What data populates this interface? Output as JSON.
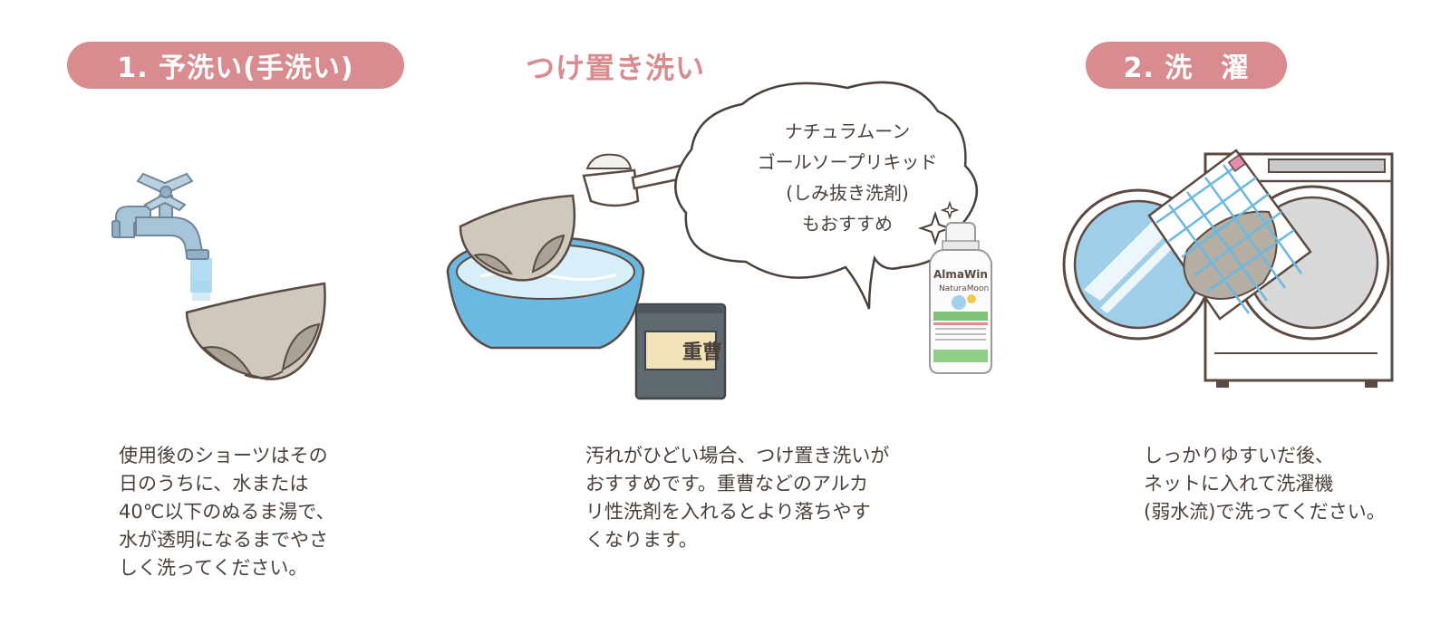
{
  "steps": {
    "step1": {
      "label": "1. 予洗い(手洗い)",
      "desc": [
        "使用後のショーツはその",
        "日のうちに、水または",
        "40℃以下のぬるま湯で、",
        "水が透明になるまでやさ",
        "しく洗ってください。"
      ]
    },
    "step_mid": {
      "label": "つけ置き洗い",
      "desc": [
        "汚れがひどい場合、つけ置き洗いが",
        "おすすめです。重曹などのアルカ",
        "リ性洗剤を入れるとより落ちやす",
        "くなります。"
      ],
      "bubble": [
        "ナチュラムーン",
        "ゴールソープリキッド",
        "(しみ抜き洗剤)",
        "もおすすめ"
      ],
      "bag_label": "重曹",
      "bottle_brand": "AlmaWin",
      "bottle_sub": "NaturaMoon"
    },
    "step2": {
      "label": "2. 洗　濯",
      "desc": [
        "しっかりゆすいだ後、",
        "ネットに入れて洗濯機",
        "(弱水流)で洗ってください。"
      ]
    }
  },
  "colors": {
    "pill": "#d98c8f",
    "water_blue": "#7fc4e6",
    "basin_blue": "#6bb8e0",
    "underwear": "#cfc8bd",
    "underwear_dark": "#a9a297",
    "bag": "#5f6970",
    "faucet": "#a8c4d8"
  },
  "icons": [
    "faucet-icon",
    "underwear-icon",
    "basin-icon",
    "measuring-scoop-icon",
    "baking-soda-bag-icon",
    "detergent-bottle-icon",
    "speech-bubble-icon",
    "sparkle-icon",
    "washing-machine-icon",
    "laundry-net-icon"
  ]
}
